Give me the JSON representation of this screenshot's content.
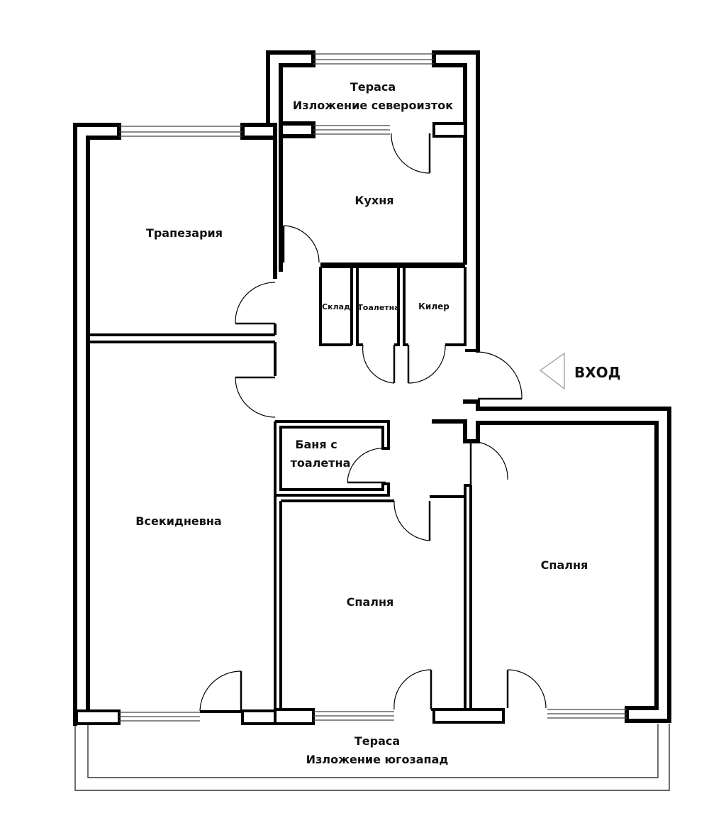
{
  "rooms": {
    "terrace_ne": {
      "name": "Тераса",
      "subtitle": "Изложение североизток"
    },
    "kitchen": {
      "name": "Кухня"
    },
    "dining": {
      "name": "Трапезария"
    },
    "storage": {
      "name": "Склад"
    },
    "toilet": {
      "name": "Тоалетна"
    },
    "pantry": {
      "name": "Килер"
    },
    "bathroom": {
      "line1": "Баня с",
      "line2": "тоалетна"
    },
    "living": {
      "name": "Всекидневна"
    },
    "bedroom_center": {
      "name": "Спалня"
    },
    "bedroom_right": {
      "name": "Спалня"
    },
    "terrace_sw": {
      "name": "Тераса",
      "subtitle": "Изложение югозапад"
    }
  },
  "entrance": {
    "label": "ВХОД"
  }
}
